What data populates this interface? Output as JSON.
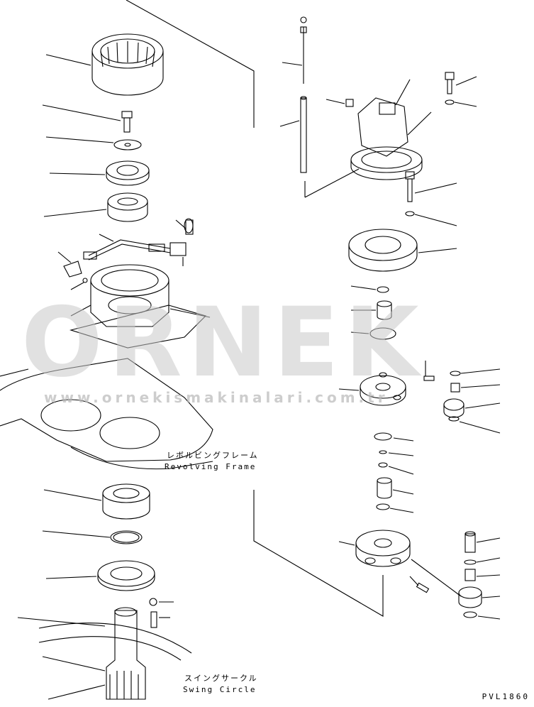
{
  "labels": {
    "revolving_frame_jp": "レボルビングフレーム",
    "revolving_frame_en": "Revolving Frame",
    "swing_circle_jp": "スイングサークル",
    "swing_circle_en": "Swing Circle"
  },
  "drawing_code": "PVL1860",
  "watermark": {
    "brand": "ORNEK",
    "url": "www.ornekismakinalari.com.tr"
  }
}
